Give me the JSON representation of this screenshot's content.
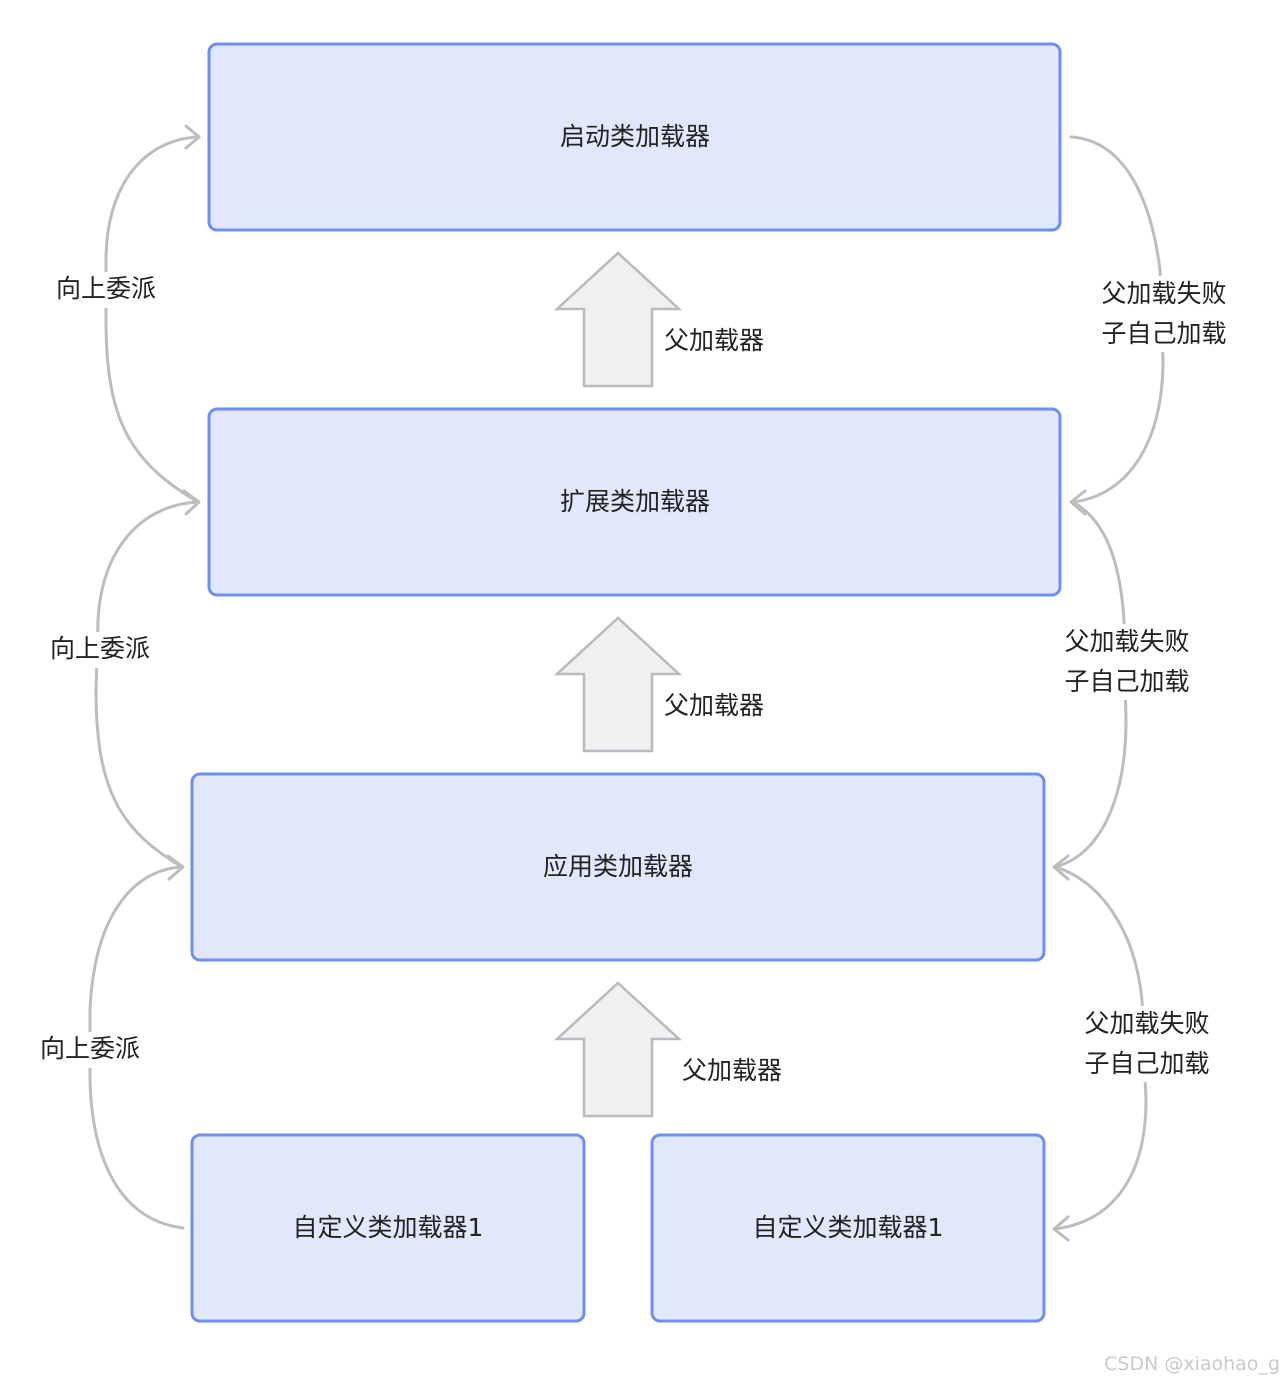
{
  "nodes": {
    "bootstrap": "启动类加载器",
    "extension": "扩展类加载器",
    "application": "应用类加载器",
    "custom_left": "自定义类加载器1",
    "custom_right": "自定义类加载器1"
  },
  "labels": {
    "delegate_up": "向上委派",
    "parent_loader": "父加载器",
    "parent_fail_line1": "父加载失败",
    "parent_fail_line2": "子自己加载"
  },
  "watermark": "CSDN @xiaohao_g",
  "colors": {
    "node_fill": "#e2e8fc",
    "node_border": "#6e8ef0",
    "curve": "#bdbdc0",
    "block_arrow_fill": "#eff0f2"
  }
}
